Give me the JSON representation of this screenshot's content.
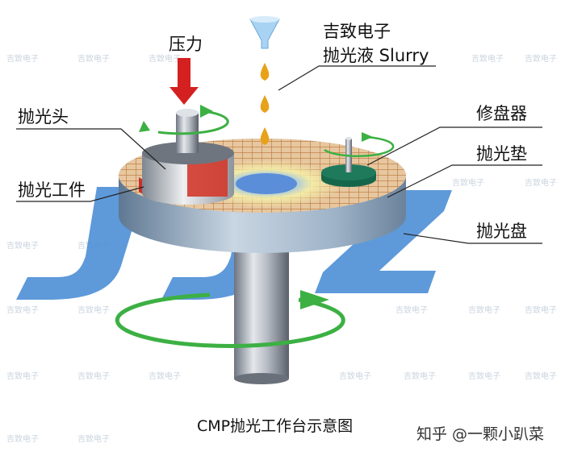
{
  "labels": {
    "pressure": "压力",
    "brand": "吉致电子",
    "slurry": "抛光液 Slurry",
    "head": "抛光头",
    "workpiece": "抛光工件",
    "dresser": "修盘器",
    "pad": "抛光垫",
    "platen": "抛光盘"
  },
  "caption": "CMP抛光工作台示意图",
  "credit": "知乎 @一颗小趴菜",
  "watermark_text": "吉致电子",
  "colors": {
    "pressure_arrow": "#d42020",
    "rotation_arrow": "#3cb043",
    "slurry_drop": "#e8a21a",
    "pad_grid": "#b9763a",
    "platen": "#8fa7bf",
    "dresser": "#1f7a5c",
    "logo": "#4d8fd6"
  }
}
